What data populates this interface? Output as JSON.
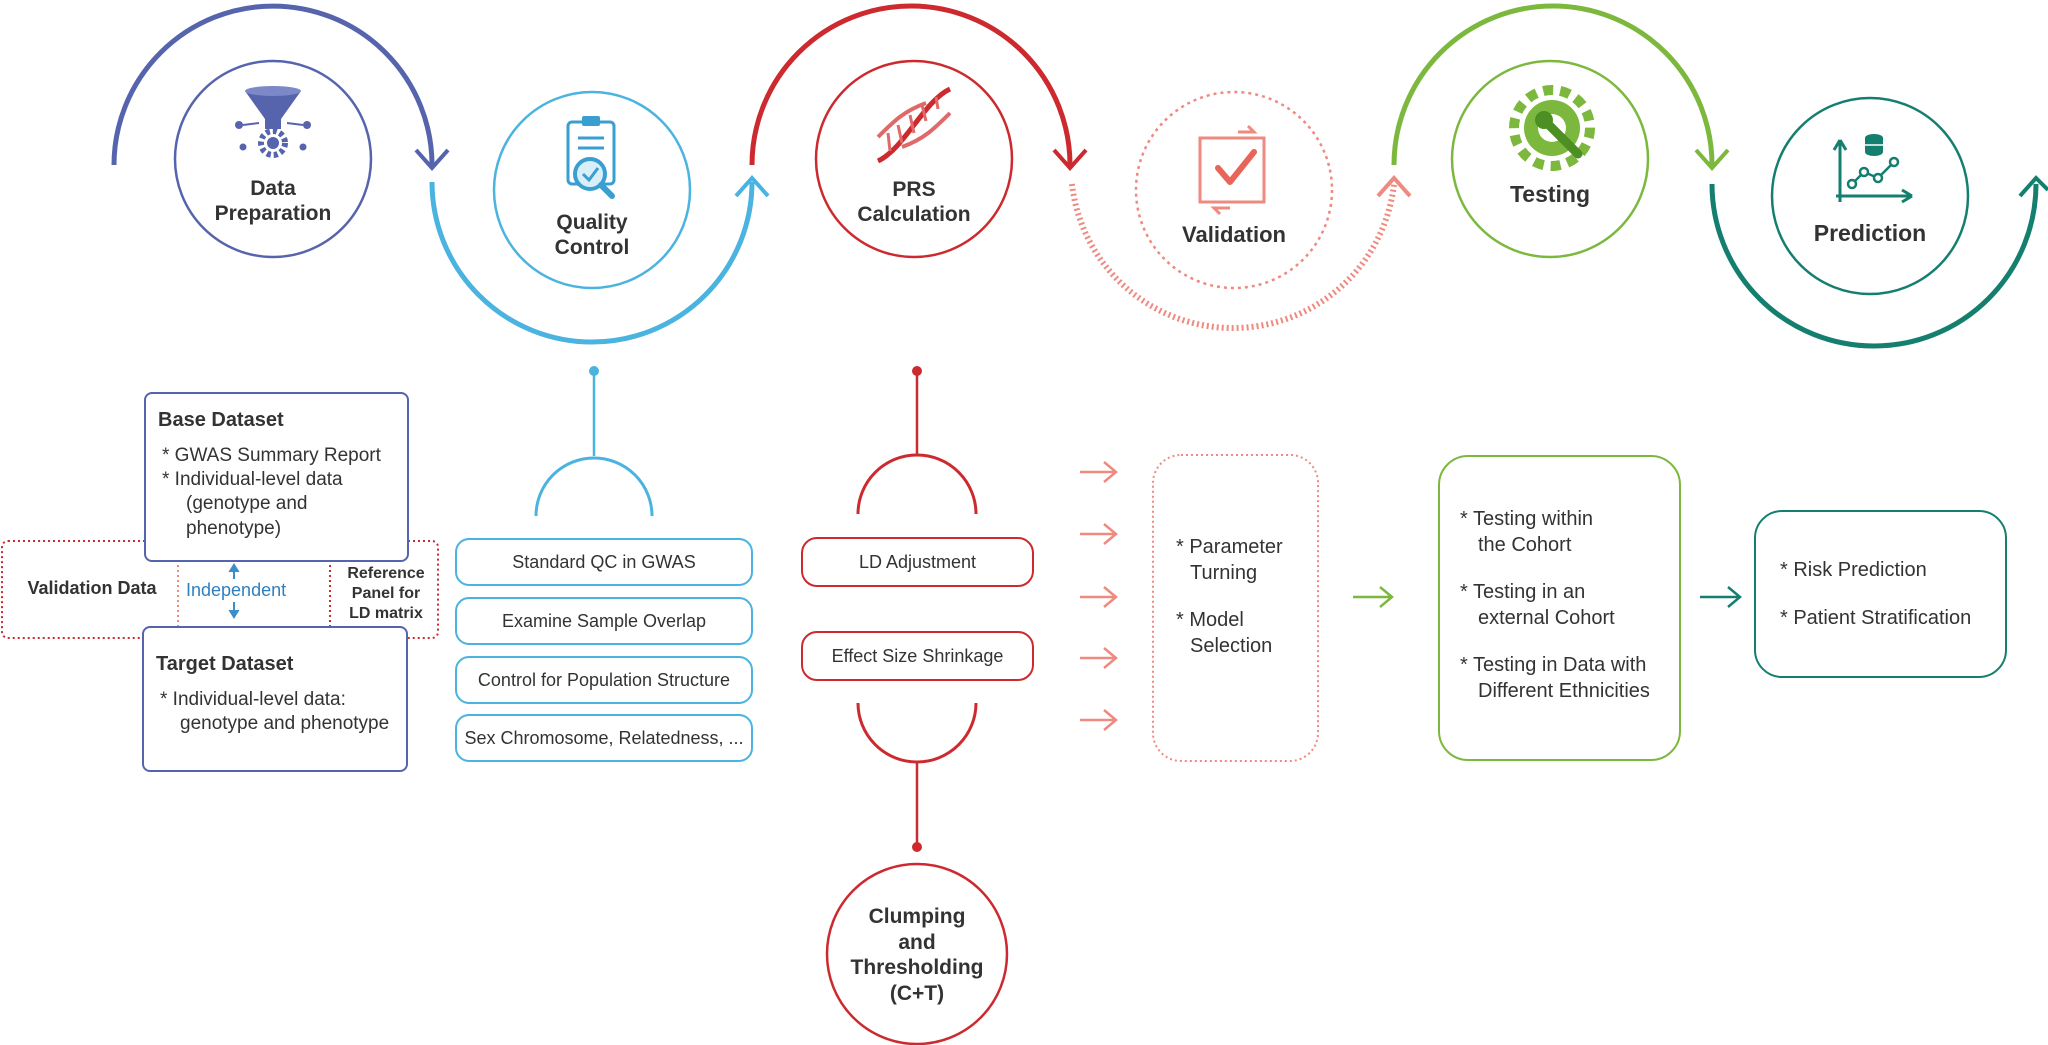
{
  "colors": {
    "data_prep": "#5664ad",
    "qc": "#4bb3e0",
    "prs": "#cc2a2f",
    "validation": "#ef8a80",
    "testing": "#7cb83d",
    "prediction": "#157f6f"
  },
  "stages": [
    {
      "label_line1": "Data",
      "label_line2": "Preparation",
      "icon": "funnel-gear-icon"
    },
    {
      "label_line1": "Quality",
      "label_line2": "Control",
      "icon": "clipboard-magnifier-icon"
    },
    {
      "label_line1": "PRS",
      "label_line2": "Calculation",
      "icon": "dna-icon"
    },
    {
      "label_line1": "Validation",
      "label_line2": "",
      "icon": "checkbox-cycle-icon"
    },
    {
      "label_line1": "Testing",
      "label_line2": "",
      "icon": "gear-wrench-icon"
    },
    {
      "label_line1": "Prediction",
      "label_line2": "",
      "icon": "line-chart-database-icon"
    }
  ],
  "data_prep": {
    "base_title": "Base Dataset",
    "base_items": [
      "* GWAS Summary Report",
      "* Individual-level data",
      "(genotype and phenotype)"
    ],
    "validation_data": "Validation Data",
    "independent": "Independent",
    "reference_line1": "Reference",
    "reference_line2": "Panel for",
    "reference_line3": "LD matrix",
    "target_title": "Target Dataset",
    "target_items": [
      "* Individual-level data:",
      "genotype and phenotype"
    ]
  },
  "qc": {
    "items": [
      "Standard QC in GWAS",
      "Examine Sample Overlap",
      "Control for Population Structure",
      "Sex Chromosome, Relatedness, ..."
    ]
  },
  "prs": {
    "items": [
      "LD Adjustment",
      "Effect Size Shrinkage"
    ],
    "ct_lines": [
      "Clumping",
      "and",
      "Thresholding",
      "(C+T)"
    ]
  },
  "validation": {
    "items": [
      "* Parameter",
      "Turning",
      "* Model",
      "Selection"
    ]
  },
  "testing": {
    "items": [
      "* Testing within",
      "the Cohort",
      "* Testing in an",
      "external Cohort",
      "* Testing in Data with",
      "Different Ethnicities"
    ]
  },
  "prediction": {
    "items": [
      "* Risk Prediction",
      "* Patient Stratification"
    ]
  }
}
